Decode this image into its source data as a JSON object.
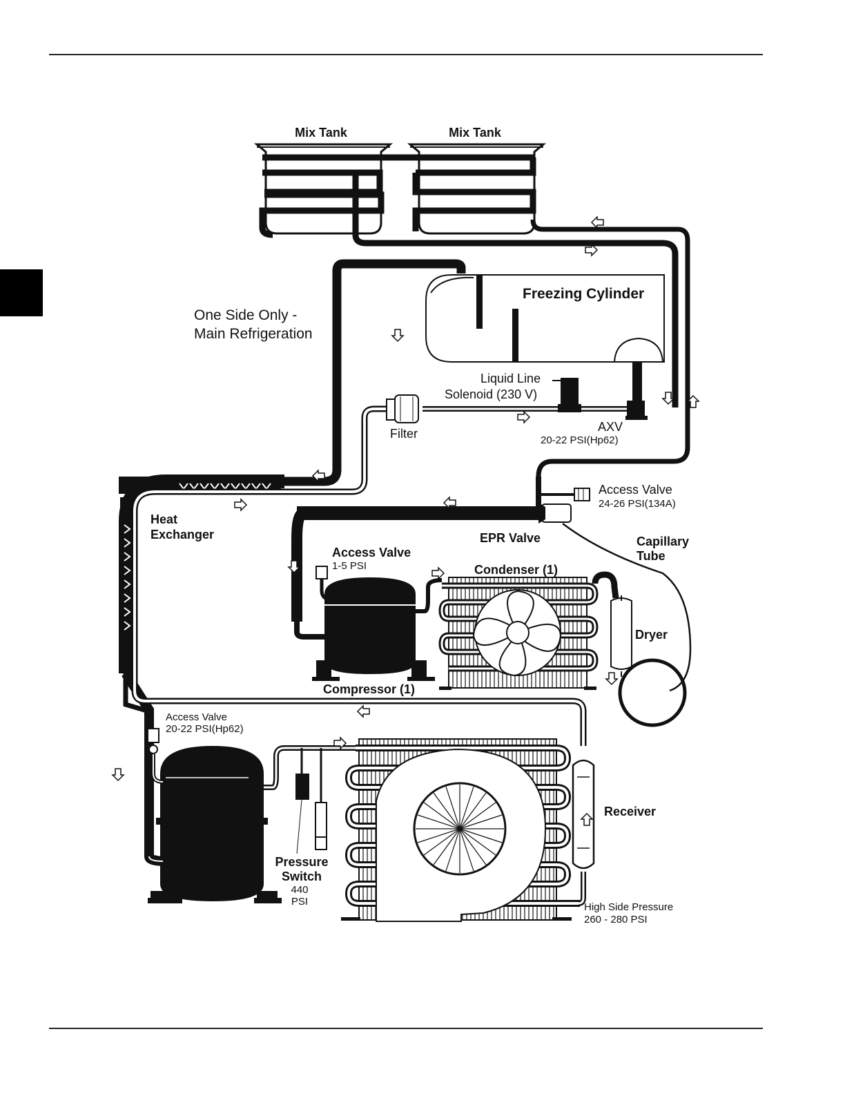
{
  "labels": {
    "mix_tank_left": "Mix Tank",
    "mix_tank_right": "Mix Tank",
    "freezing_cylinder": "Freezing Cylinder",
    "one_side_line1": "One Side Only -",
    "one_side_line2": "Main Refrigeration",
    "liquid_line_line1": "Liquid Line",
    "liquid_line_line2": "Solenoid (230 V)",
    "filter": "Filter",
    "axv": "AXV",
    "axv_pressure": "20-22 PSI(Hp62)",
    "access_valve_top": "Access Valve",
    "access_valve_top_pressure": "24-26 PSI(134A)",
    "heat_exchanger_line1": "Heat",
    "heat_exchanger_line2": "Exchanger",
    "epr_valve": "EPR Valve",
    "capillary_line1": "Capillary",
    "capillary_line2": "Tube",
    "access_valve_mid": "Access Valve",
    "access_valve_mid_pressure": "1-5 PSI",
    "condenser": "Condenser (1)",
    "dryer": "Dryer",
    "compressor": "Compressor (1)",
    "access_valve_low": "Access Valve",
    "access_valve_low_pressure": "20-22 PSI(Hp62)",
    "receiver": "Receiver",
    "pressure_switch_line1": "Pressure",
    "pressure_switch_line2": "Switch",
    "pressure_switch_value1": "440",
    "pressure_switch_value2": "PSI",
    "high_side_line1": "High Side Pressure",
    "high_side_line2": "260 - 280 PSI"
  },
  "colors": {
    "line": "#111111",
    "fill_dark": "#111111",
    "tab": "#000000"
  }
}
